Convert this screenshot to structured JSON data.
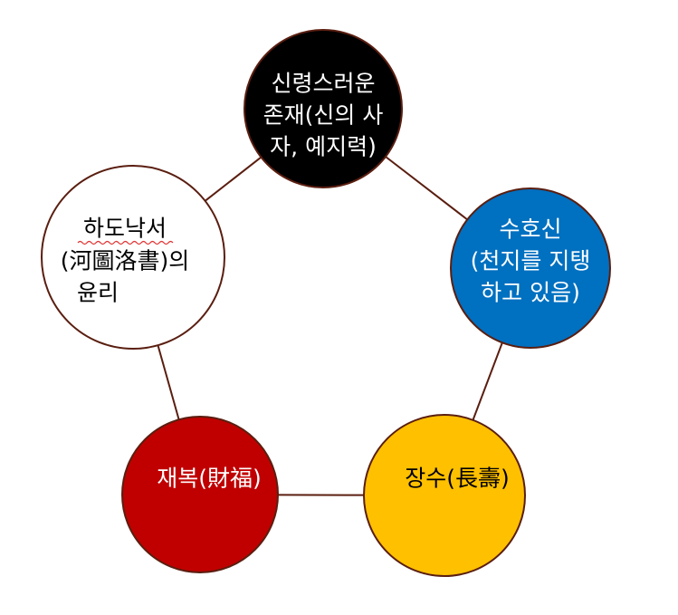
{
  "diagram": {
    "nodes": [
      {
        "id": "divine",
        "lines": [
          "신령스러운",
          "존재(신의 사",
          "자, 예지력)"
        ],
        "fill": "#000000",
        "text_color": "#ffffff"
      },
      {
        "id": "guardian",
        "lines": [
          "수호신",
          "(천지를 지탱",
          "하고 있음)"
        ],
        "fill": "#0070c0",
        "text_color": "#ffffff"
      },
      {
        "id": "longevity",
        "lines": [
          "장수(長壽)"
        ],
        "fill": "#ffc000",
        "text_color": "#000000"
      },
      {
        "id": "wealth",
        "lines": [
          "재복(財福)"
        ],
        "fill": "#c00000",
        "text_color": "#ffffff"
      },
      {
        "id": "hado-nakseo",
        "lines": [
          "하도낙서",
          "(河圖洛書)의",
          "윤리"
        ],
        "fill": "#ffffff",
        "text_color": "#000000"
      }
    ],
    "connections": [
      [
        "divine",
        "guardian"
      ],
      [
        "guardian",
        "longevity"
      ],
      [
        "longevity",
        "wealth"
      ],
      [
        "wealth",
        "hado-nakseo"
      ],
      [
        "hado-nakseo",
        "divine"
      ]
    ],
    "colors": {
      "outline": "#5a1e10",
      "connector": "#5a1e10",
      "spellcheck_underline": "#e03030"
    }
  }
}
